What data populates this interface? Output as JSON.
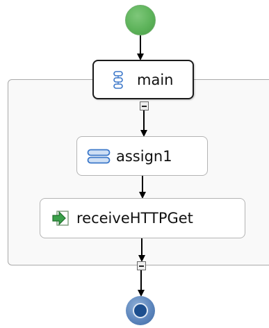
{
  "nodes": {
    "main": {
      "label": "main",
      "icon": "sequence-icon"
    },
    "assign": {
      "label": "assign1",
      "icon": "assign-icon"
    },
    "receive": {
      "label": "receiveHTTPGet",
      "icon": "receive-icon"
    }
  },
  "colors": {
    "start": "#5db35a",
    "end": "#3f6aa4",
    "border_selected": "#1a1a1a",
    "border_default": "#b4b4b4",
    "scope_background": "#f9f9f9",
    "icon_blue": "#3b77c9"
  }
}
